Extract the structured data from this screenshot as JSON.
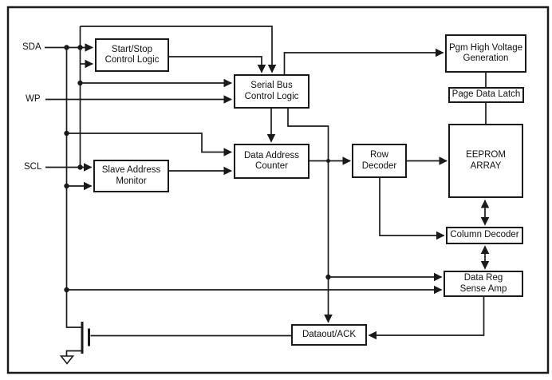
{
  "diagram": {
    "type": "block-diagram",
    "pins": {
      "sda": "SDA",
      "wp": "WP",
      "scl": "SCL"
    },
    "blocks": {
      "start_stop": "Start/Stop\nControl Logic",
      "serial_bus": "Serial Bus\nControl Logic",
      "slave_address": "Slave Address\nMonitor",
      "data_address": "Data Address\nCounter",
      "row_decoder": "Row\nDecoder",
      "pgm_high_voltage": "Pgm High Voltage\nGeneration",
      "page_data_latch": "Page Data Latch",
      "eeprom_array": "EEPROM\nARRAY",
      "column_decoder": "Column Decoder",
      "data_reg_sense_amp": "Data Reg\nSense Amp",
      "dataout_ack": "Dataout/ACK"
    },
    "symbols": {
      "output_transistor": "n-mosfet",
      "ground": "gnd"
    },
    "colors": {
      "line": "#1a1a1a",
      "background": "#ffffff",
      "box_fill": "#ffffff"
    }
  }
}
